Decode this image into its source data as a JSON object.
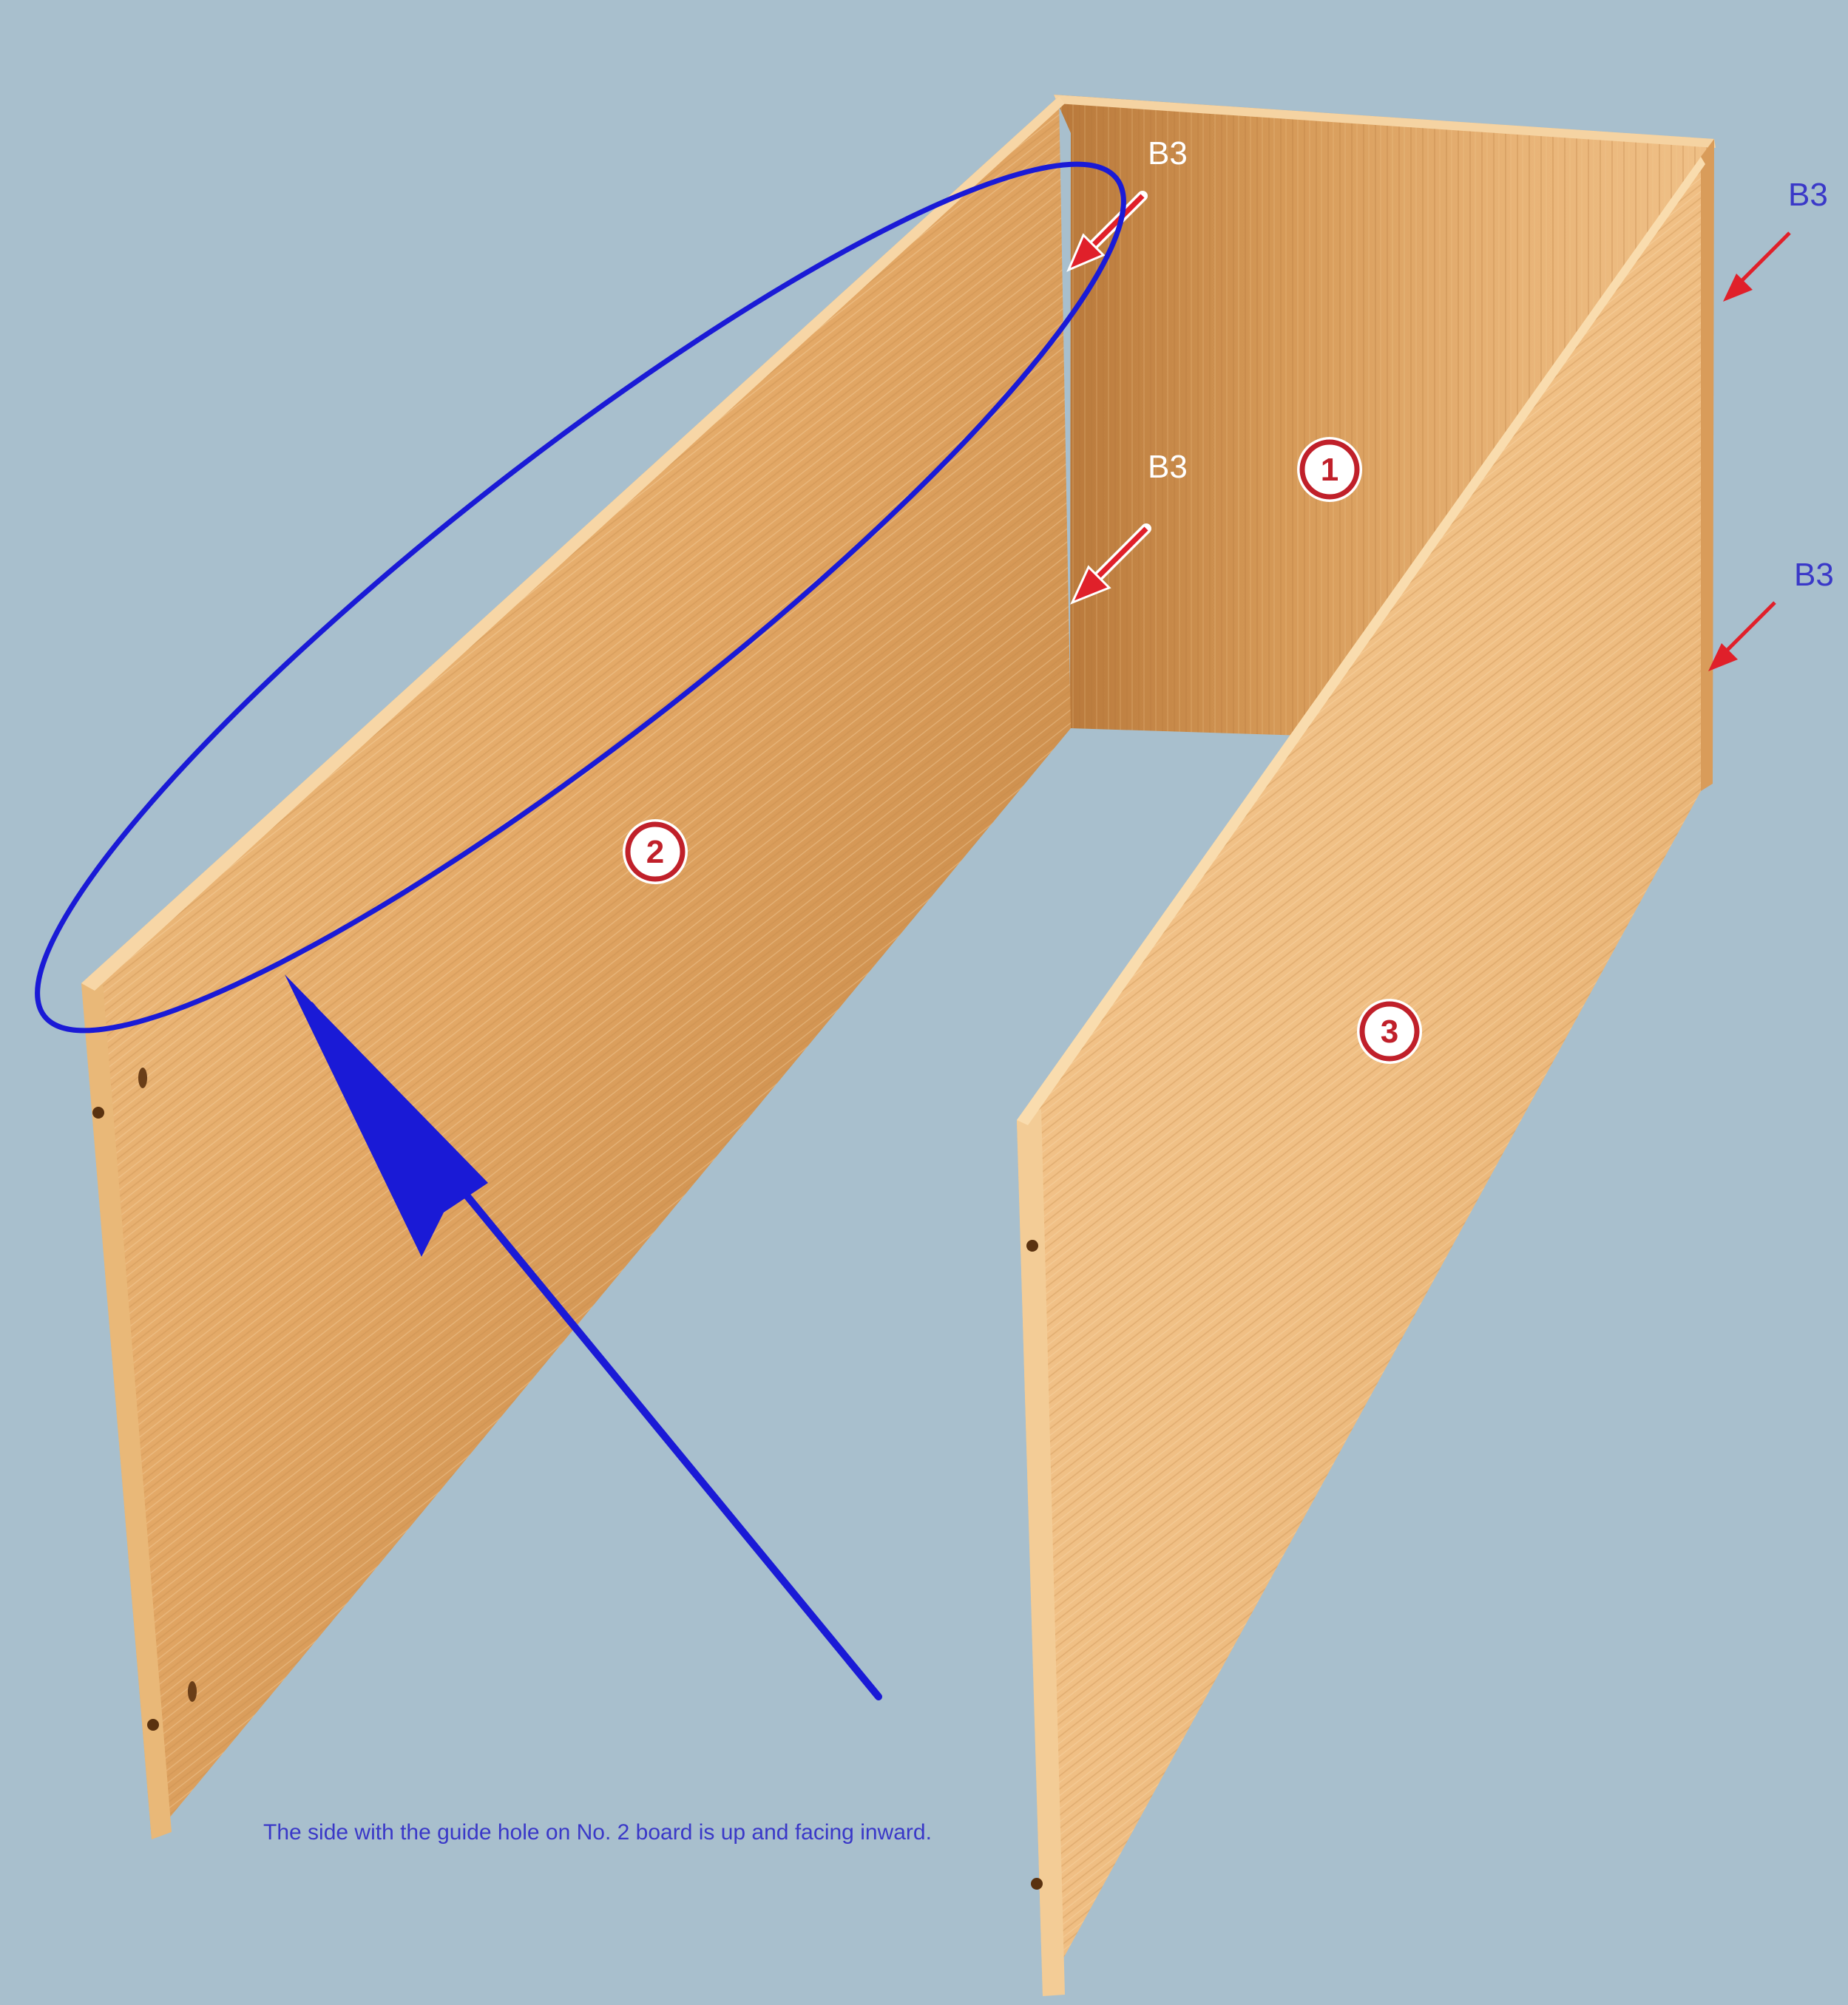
{
  "labels": {
    "b3_top": "B3",
    "b3_mid": "B3",
    "b3_right_top": "B3",
    "b3_right_bottom": "B3"
  },
  "boards": {
    "board_1": "1",
    "board_2": "2",
    "board_3": "3"
  },
  "caption": "The side with the guide hole on No. 2 board is up and facing inward.",
  "colors": {
    "background": "#a8bfcd",
    "wood_light": "#f2c48a",
    "wood_dark": "#b77a3c",
    "annotation_blue": "#1a1ad6",
    "arrow_red": "#e0202a",
    "label_blue": "#3a38c8"
  }
}
